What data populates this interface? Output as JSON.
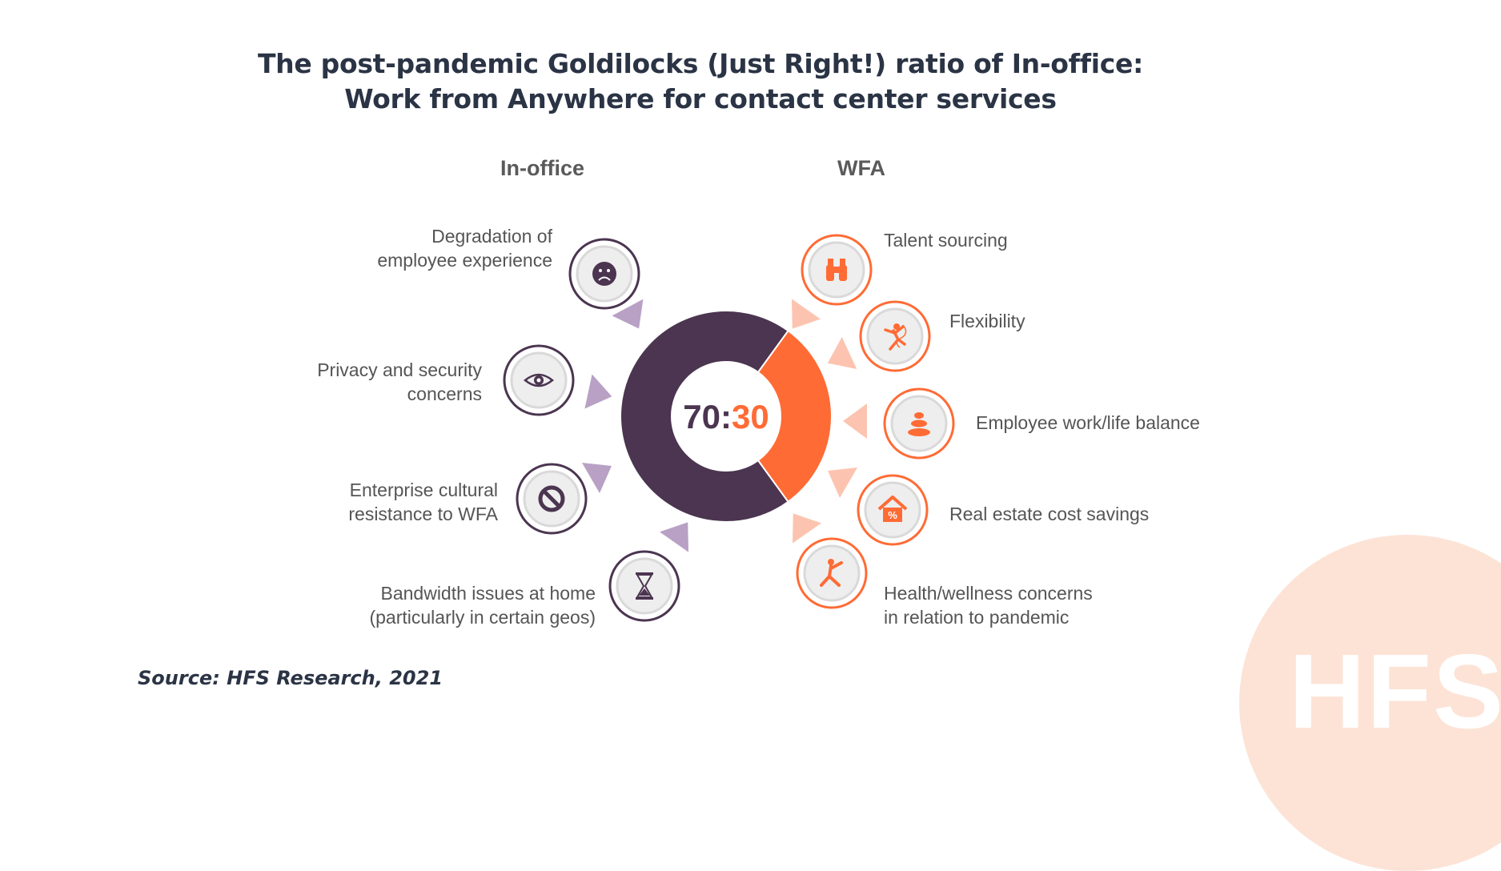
{
  "title": {
    "line1": "The post-pandemic Goldilocks (Just Right!) ratio of In-office:",
    "line2": "Work from Anywhere for contact center services"
  },
  "columns": {
    "left": "In-office",
    "right": "WFA"
  },
  "ratio": {
    "in_office": 70,
    "wfa": 30,
    "left_text": "70",
    "sep": ":",
    "right_text": "30"
  },
  "colors": {
    "in_office": "#4b3550",
    "wfa": "#ff6b35",
    "left_pointer": "#b8a1c4",
    "right_pointer": "#fcc4b0",
    "title": "#2b3445"
  },
  "in_office_items": [
    {
      "line1": "Degradation of",
      "line2": "employee experience",
      "icon": "sad-face-icon"
    },
    {
      "line1": "Privacy and security",
      "line2": "concerns",
      "icon": "eye-icon"
    },
    {
      "line1": "Enterprise cultural",
      "line2": "resistance to WFA",
      "icon": "prohibited-icon"
    },
    {
      "line1": "Bandwidth issues at home",
      "line2": "(particularly in certain geos)",
      "icon": "hourglass-icon"
    }
  ],
  "wfa_items": [
    {
      "line1": "Talent sourcing",
      "line2": "",
      "icon": "binoculars-icon"
    },
    {
      "line1": "Flexibility",
      "line2": "",
      "icon": "gymnast-icon"
    },
    {
      "line1": "Employee work/life balance",
      "line2": "",
      "icon": "stacked-stones-icon"
    },
    {
      "line1": "Real estate cost savings",
      "line2": "",
      "icon": "house-percent-icon"
    },
    {
      "line1": "Health/wellness concerns",
      "line2": "in relation to pandemic",
      "icon": "yoga-pose-icon"
    }
  ],
  "source": "Source: HFS Research, 2021",
  "watermark": "HFS"
}
